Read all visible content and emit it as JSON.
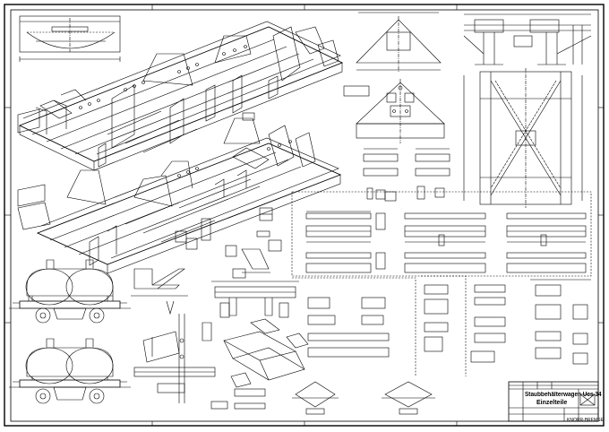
{
  "drawing": {
    "title": "Staubbehälterwagen Ucs 34",
    "subtitle": "Einzelteile",
    "company_logo_text": "KNORR-BREMSE"
  },
  "colors": {
    "line": "#000000",
    "paper": "#ffffff"
  }
}
